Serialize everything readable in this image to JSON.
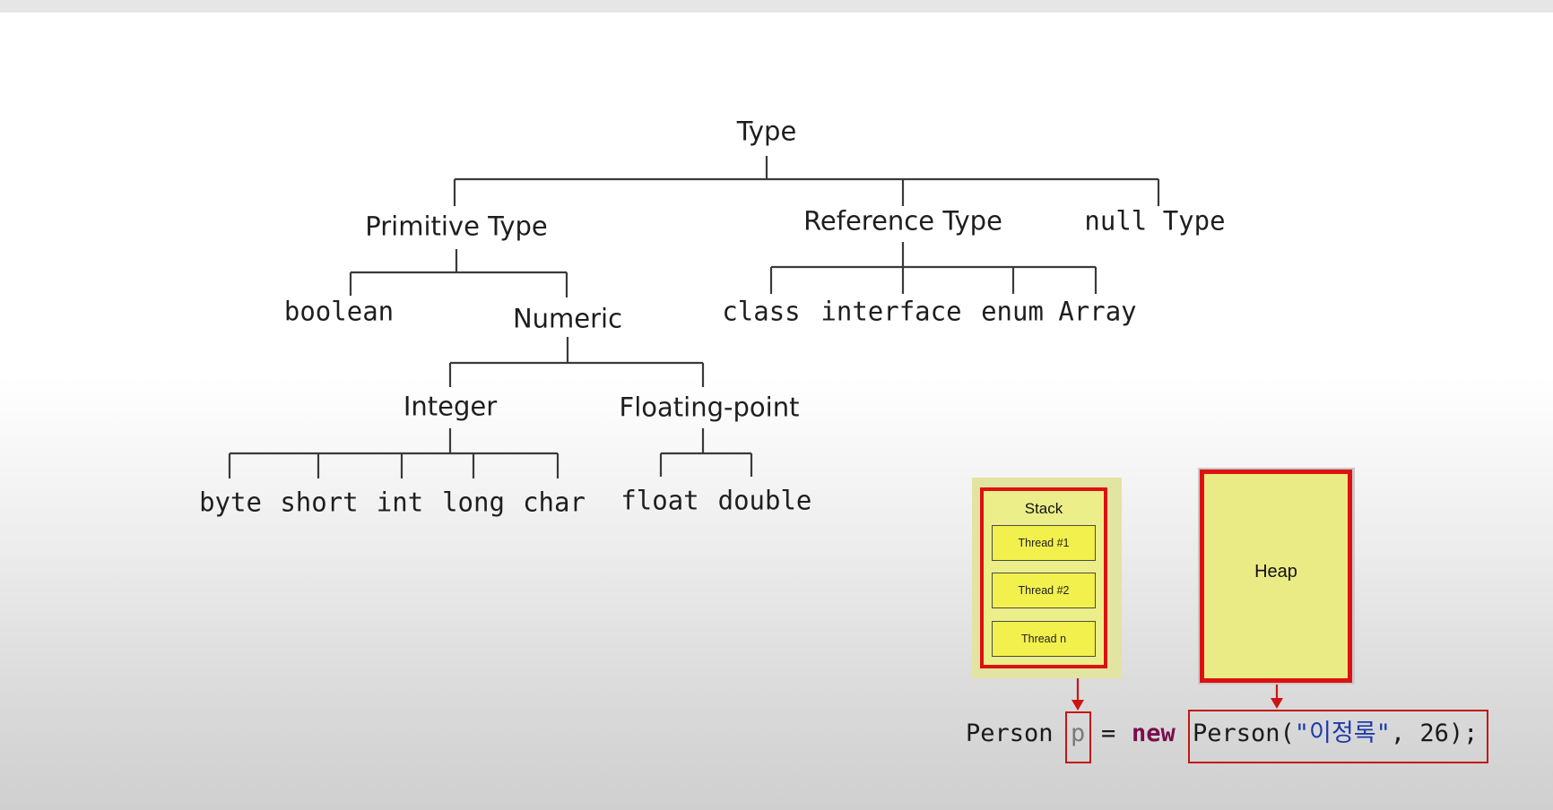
{
  "tree": {
    "root": "Type",
    "primitive": "Primitive Type",
    "reference": "Reference Type",
    "null_type": "null Type",
    "boolean": "boolean",
    "numeric": "Numeric",
    "integer": "Integer",
    "floating": "Floating-point",
    "integer_types": [
      "byte",
      "short",
      "int",
      "long",
      "char"
    ],
    "float_types": [
      "float",
      "double"
    ],
    "reference_types": [
      "class",
      "interface",
      "enum",
      "Array"
    ]
  },
  "memory": {
    "stack_label": "Stack",
    "threads": [
      "Thread #1",
      "Thread #2",
      "Thread n"
    ],
    "heap_label": "Heap"
  },
  "code": {
    "type": "Person",
    "var": "p",
    "equals": "=",
    "keyword": "new",
    "ctor_prefix": "Person(",
    "string_arg": "\"이정록\"",
    "rest": ", 26);"
  },
  "colors": {
    "highlight": "#dd1111",
    "keyword": "#7a0d4c",
    "string": "#1f3aa8"
  }
}
